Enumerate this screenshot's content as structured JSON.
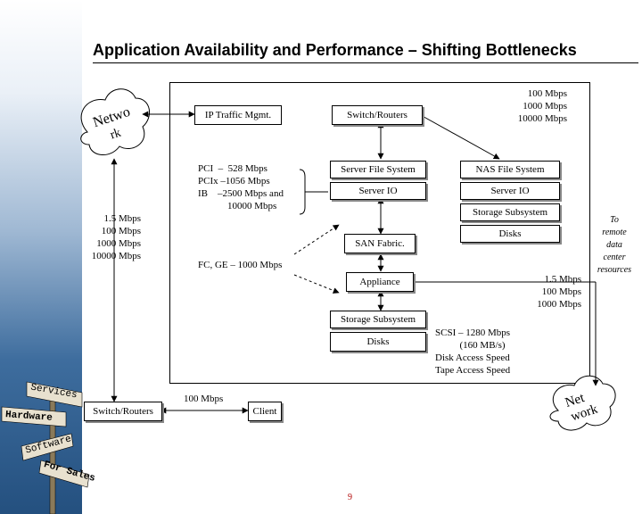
{
  "title": "Application Availability and Performance – Shifting Bottlenecks",
  "page_number": "9",
  "network_left_cloud": {
    "line1": "Netwo",
    "line2": "rk"
  },
  "network_right_cloud": {
    "line1": "Net",
    "line2": "work"
  },
  "boxes": {
    "ip_traffic": "IP Traffic Mgmt.",
    "switch_routers_top": "Switch/Routers",
    "server_file_system": "Server File System",
    "server_io": "Server IO",
    "nas_file_system": "NAS File System",
    "nas_server_io": "Server IO",
    "nas_storage_subsystem": "Storage Subsystem",
    "nas_disks": "Disks",
    "san_fabric": "SAN Fabric.",
    "appliance": "Appliance",
    "storage_subsystem": "Storage Subsystem",
    "disks": "Disks",
    "switch_routers_bottom": "Switch/Routers",
    "client": "Client"
  },
  "labels": {
    "top_speeds": "100 Mbps\n1000 Mbps\n10000 Mbps",
    "bus_speeds": "PCI  –  528 Mbps\nPCIx –1056 Mbps\nIB    –2500 Mbps and\n            10000 Mbps",
    "left_speeds": "1.5 Mbps\n100 Mbps\n1000 Mbps\n10000 Mbps",
    "fc_ge": "FC, GE – 1000 Mbps",
    "appliance_speeds": "1.5 Mbps\n100 Mbps\n1000 Mbps",
    "scsi": "SCSI – 1280 Mbps\n          (160 MB/s)\nDisk Access Speed\nTape Access Speed",
    "client_speed": "100 Mbps",
    "remote": "To\nremote\ndata\ncenter\nresources"
  },
  "signpost": {
    "services": "Services",
    "hardware": "Hardware",
    "software": "Software",
    "for_sale": "For Sales"
  },
  "colors": {
    "sidebar_dark": "#24507f",
    "page_number": "#b00000",
    "wire": "#000000"
  }
}
